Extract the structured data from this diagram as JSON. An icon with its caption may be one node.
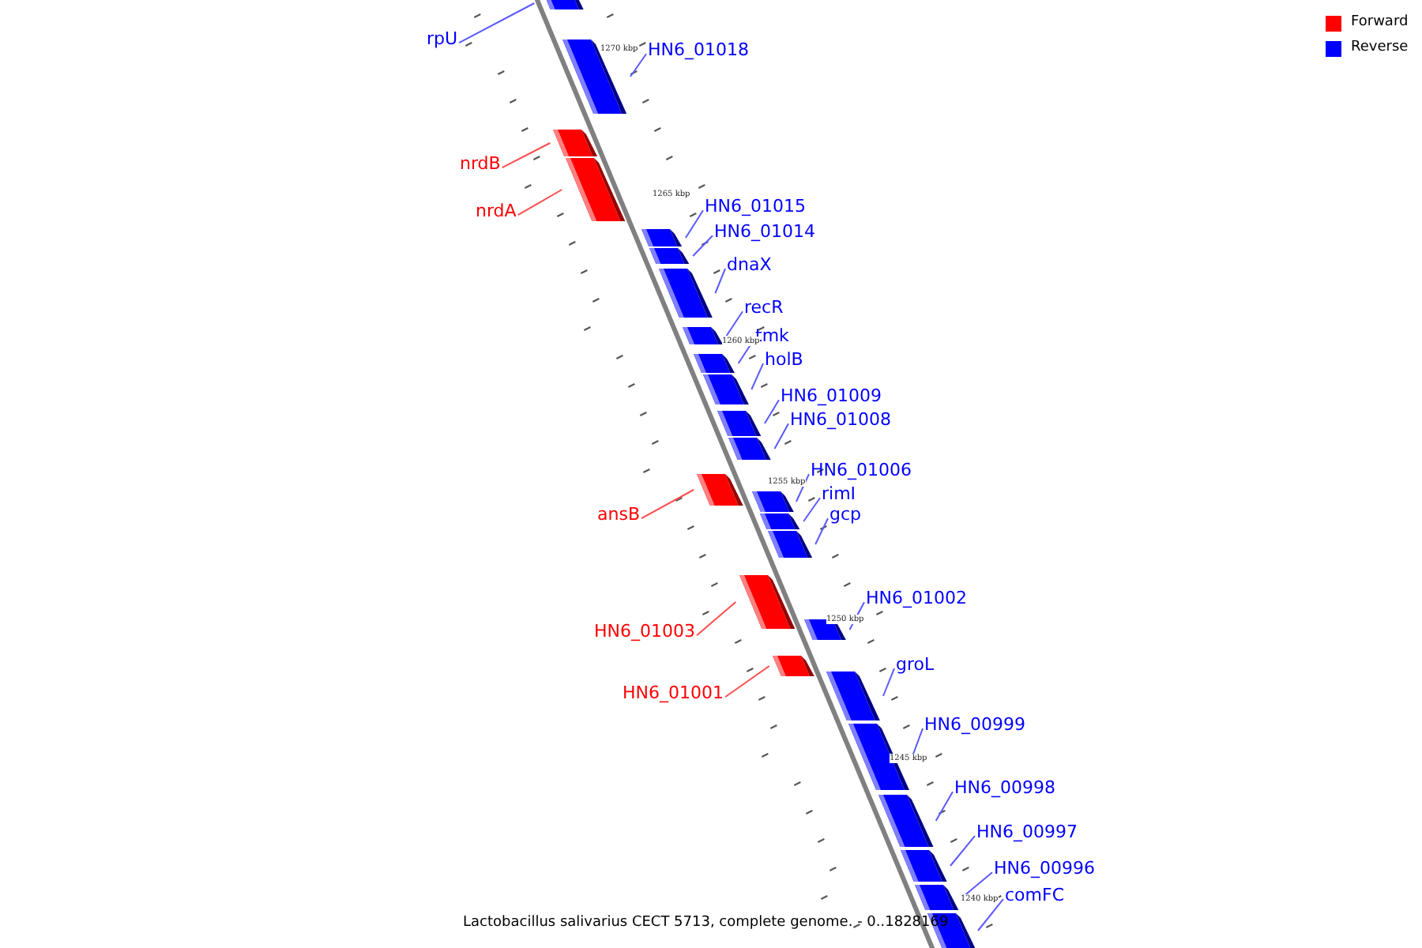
{
  "diagram": {
    "caption": "Lactobacillus salivarius CECT 5713, complete genome. - 0..1828169",
    "nodes": [
      {
        "text": [
          "rpU"
        ]
      },
      {
        "text": [],
        "shape": "box"
      },
      {
        "text": [
          "HN6_01018"
        ]
      },
      {
        "text": [],
        "shape": "box"
      },
      {
        "text": [
          "nrdB"
        ]
      },
      {
        "text": [],
        "shape": "box"
      },
      {
        "text": [
          "nrdA"
        ]
      },
      {
        "text": [],
        "shape": "box"
      },
      {
        "text": [
          "HN6_01015"
        ]
      },
      {
        "text": [],
        "shape": "box"
      },
      {
        "text": [
          "HN6_01014"
        ]
      },
      {
        "text": [],
        "shape": "box"
      },
      {
        "text": [
          "dnaX"
        ]
      },
      {
        "text": [],
        "shape": "box"
      },
      {
        "text": [
          "recR"
        ]
      },
      {
        "text": [],
        "shape": "box"
      },
      {
        "text": [
          "tmk"
        ]
      },
      {
        "text": [],
        "shape": "box"
      },
      {
        "text": [
          "holB"
        ]
      },
      {
        "text": [],
        "shape": "box"
      },
      {
        "text": [
          "HN6_01009"
        ]
      },
      {
        "text": [],
        "shape": "box"
      },
      {
        "text": [
          "HN6_01008"
        ]
      },
      {
        "text": [],
        "shape": "box"
      },
      {
        "text": [
          "ansB"
        ]
      },
      {
        "text": [],
        "shape": "box"
      },
      {
        "text": [
          "HN6_01006"
        ]
      },
      {
        "text": [],
        "shape": "box"
      },
      {
        "text": [
          "rimI"
        ]
      },
      {
        "text": [],
        "shape": "box"
      },
      {
        "text": [
          "gcp"
        ]
      },
      {
        "text": [],
        "shape": "box"
      },
      {
        "text": [
          "HN6_01003"
        ]
      },
      {
        "text": [],
        "shape": "box"
      },
      {
        "text": [
          "HN6_01002"
        ]
      },
      {
        "text": [],
        "shape": "box"
      },
      {
        "text": [
          "HN6_01001"
        ]
      },
      {
        "text": [],
        "shape": "box"
      },
      {
        "text": [
          "groL"
        ]
      },
      {
        "text": [],
        "shape": "box"
      },
      {
        "text": [
          "HN6_00999"
        ]
      },
      {
        "text": [],
        "shape": "box"
      },
      {
        "text": [
          "HN6_00998"
        ]
      },
      {
        "text": [],
        "shape": "box"
      },
      {
        "text": [
          "HN6_00997"
        ]
      },
      {
        "text": [],
        "shape": "box"
      },
      {
        "text": [
          "HN6_00996"
        ]
      },
      {
        "text": [],
        "shape": "box"
      },
      {
        "text": [
          "comFC"
        ]
      },
      {
        "text": [],
        "shape": "box"
      }
    ],
    "edges": [
      {
        "from": 0,
        "to": 1,
        "arrow": "none"
      },
      {
        "from": 2,
        "to": 3,
        "arrow": "none"
      },
      {
        "from": 4,
        "to": 5,
        "arrow": "none",
        "color": "#ff4d4d"
      },
      {
        "from": 6,
        "to": 7,
        "arrow": "none",
        "color": "#ff4d4d"
      },
      {
        "from": 8,
        "to": 9,
        "arrow": "none"
      },
      {
        "from": 10,
        "to": 11,
        "arrow": "none"
      },
      {
        "from": 12,
        "to": 13,
        "arrow": "none"
      },
      {
        "from": 14,
        "to": 15,
        "arrow": "none"
      },
      {
        "from": 16,
        "to": 17,
        "arrow": "none"
      },
      {
        "from": 18,
        "to": 19,
        "arrow": "none"
      },
      {
        "from": 20,
        "to": 21,
        "arrow": "none"
      },
      {
        "from": 22,
        "to": 23,
        "arrow": "none"
      },
      {
        "from": 24,
        "to": 25,
        "arrow": "none",
        "color": "#ff4d4d"
      },
      {
        "from": 26,
        "to": 27,
        "arrow": "none"
      },
      {
        "from": 28,
        "to": 29,
        "arrow": "none"
      },
      {
        "from": 30,
        "to": 31,
        "arrow": "none"
      },
      {
        "from": 32,
        "to": 33,
        "arrow": "none",
        "color": "#ff4d4d"
      },
      {
        "from": 34,
        "to": 35,
        "arrow": "none"
      },
      {
        "from": 36,
        "to": 37,
        "arrow": "none",
        "color": "#ff4d4d"
      },
      {
        "from": 38,
        "to": 39,
        "arrow": "none"
      },
      {
        "from": 40,
        "to": 41,
        "arrow": "none"
      },
      {
        "from": 42,
        "to": 43,
        "arrow": "none"
      },
      {
        "from": 44,
        "to": 45,
        "arrow": "none"
      },
      {
        "from": 46,
        "to": 47,
        "arrow": "none"
      },
      {
        "from": 48,
        "to": 49,
        "arrow": "none"
      }
    ],
    "labels": [
      "1270 kbp",
      "1265 kbp",
      "1260 kbp",
      "1255 kbp",
      "1250 kbp",
      "1245 kbp",
      "1240 kbp"
    ],
    "legend": [
      {
        "text": "Forward",
        "color": "#ff0000"
      },
      {
        "text": "Reverse",
        "color": "#0000ff"
      }
    ]
  }
}
